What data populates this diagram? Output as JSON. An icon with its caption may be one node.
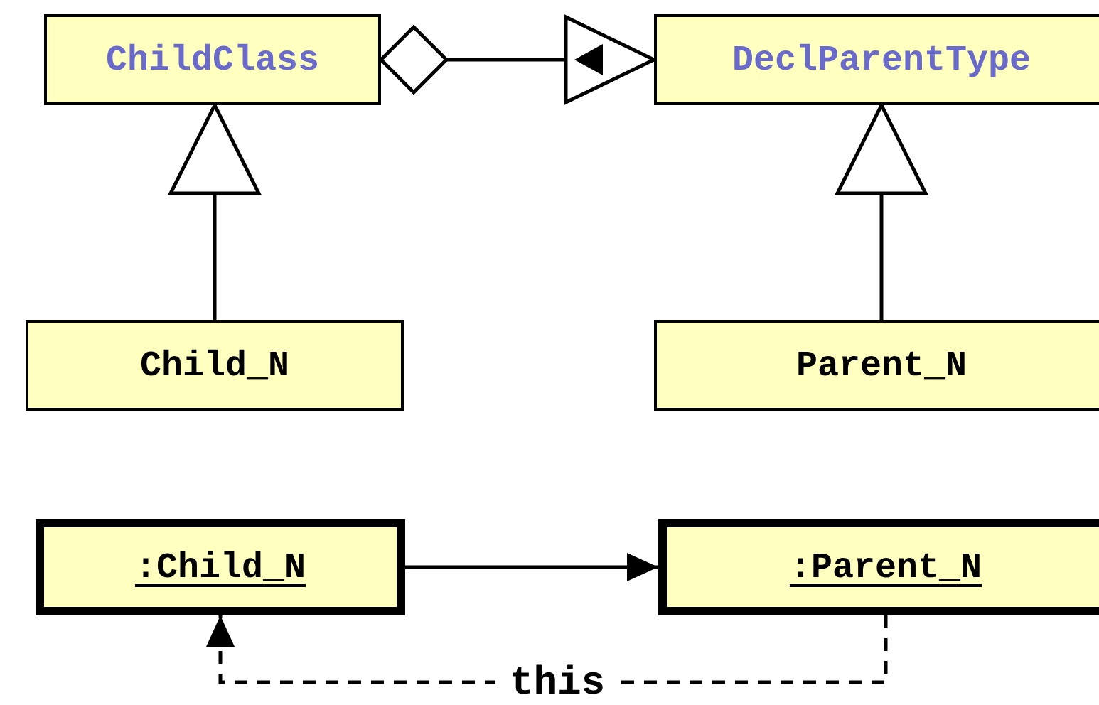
{
  "diagram": {
    "nodes": [
      {
        "text": [
          "ChildClass"
        ]
      },
      {
        "text": [
          "DeclParentType"
        ]
      },
      {
        "text": [
          "Child_N"
        ]
      },
      {
        "text": [
          "Parent_N"
        ]
      },
      {
        "text": [
          ":Child_N"
        ]
      },
      {
        "text": [
          ":Parent_N"
        ]
      }
    ],
    "edges": [
      {
        "from": 0,
        "to": 1,
        "arrow": "to"
      },
      {
        "from": 2,
        "to": 0,
        "arrow": "to"
      },
      {
        "from": 3,
        "to": 1,
        "arrow": "to"
      },
      {
        "from": 4,
        "to": 5,
        "arrow": "to"
      },
      {
        "from": 5,
        "to": 4,
        "arrow": "to",
        "label": "this",
        "style": "dashed"
      }
    ]
  }
}
